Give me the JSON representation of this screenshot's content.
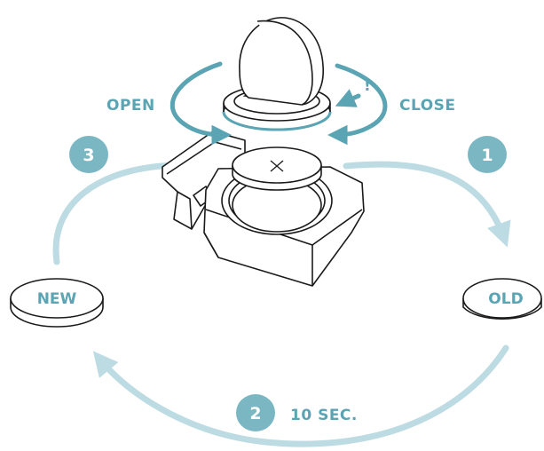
{
  "labels": {
    "open": "OPEN",
    "close": "CLOSE",
    "exclaim": "!",
    "duration": "10 SEC.",
    "new_coin": "NEW",
    "old_coin": "OLD"
  },
  "steps": [
    {
      "number": "1"
    },
    {
      "number": "2"
    },
    {
      "number": "3"
    }
  ],
  "colors": {
    "teal_dark": "#5aa4b3",
    "teal_light": "#bcdbe2",
    "badge": "#7bb6c3",
    "outline": "#1a1a1a"
  },
  "icons": [
    "battery-cover-icon",
    "coin-cell-battery-icon",
    "battery-holder-icon",
    "plus-symbol-icon"
  ]
}
